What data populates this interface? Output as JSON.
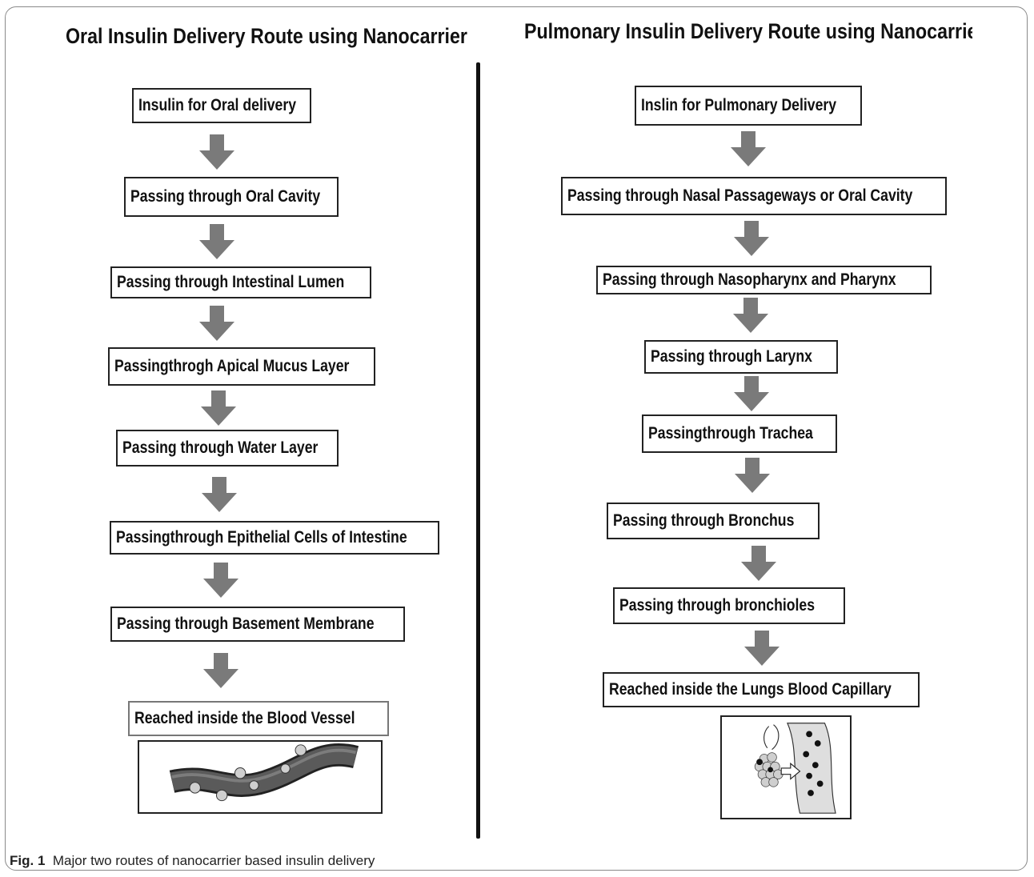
{
  "left": {
    "title": "Oral Insulin Delivery Route using Nanocarrier",
    "steps": [
      "Insulin for Oral delivery",
      "Passing through Oral Cavity",
      "Passing through  Intestinal Lumen",
      "Passingthrogh Apical Mucus Layer",
      "Passing through Water Layer",
      "Passingthrough Epithelial Cells of Intestine",
      "Passing  through Basement Membrane",
      "Reached inside the Blood Vessel"
    ],
    "image_icon": "blood-vessel-with-nanoparticles"
  },
  "right": {
    "title": "Pulmonary Insulin Delivery Route using Nanocarrie",
    "steps": [
      "Inslin for Pulmonary Delivery",
      "Passing through Nasal Passageways or Oral Cavity",
      "Passing  through Nasopharynx and Pharynx",
      "Passing  through Larynx",
      "Passingthrough Trachea",
      "Passing  through Bronchus",
      "Passing through bronchioles",
      "Reached inside the Lungs Blood Capillary"
    ],
    "image_icon": "alveolus-capillary-exchange"
  },
  "caption": {
    "label": "Fig. 1",
    "text": "Major two routes of nanocarrier based insulin delivery"
  },
  "colors": {
    "arrow": "#7a7a7a",
    "text": "#111111",
    "border": "#222222"
  }
}
